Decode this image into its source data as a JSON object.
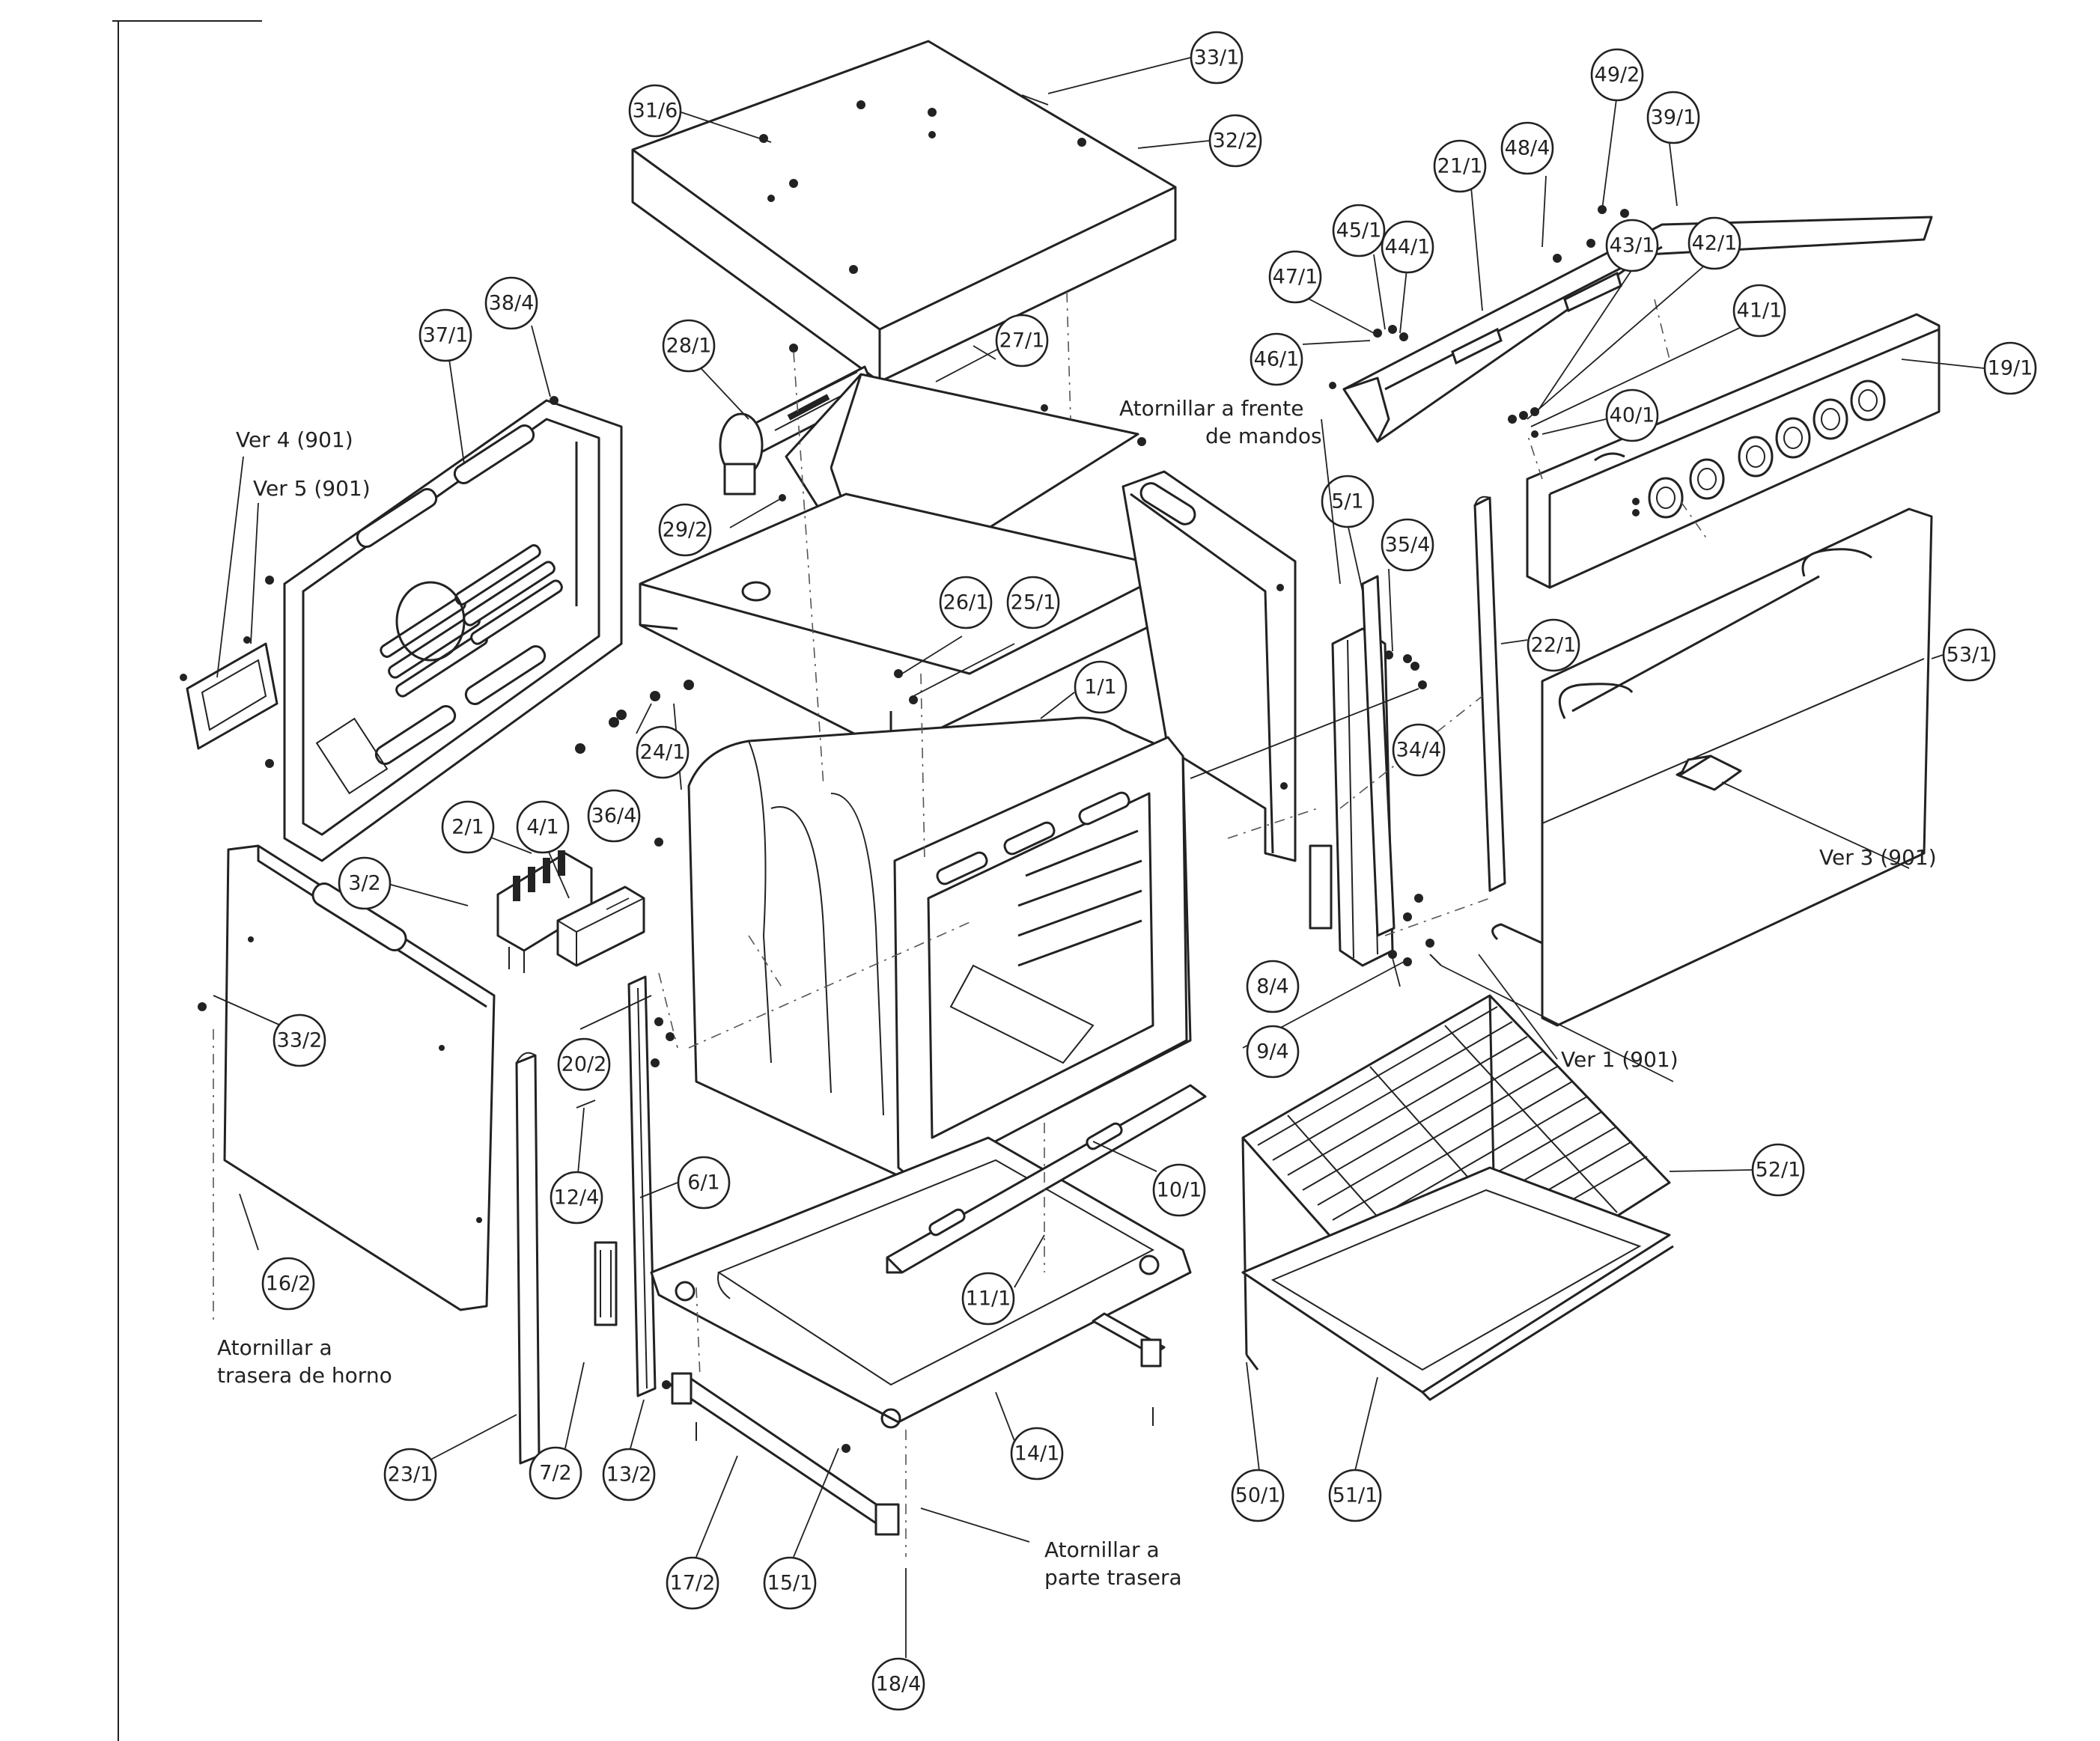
{
  "labels": {
    "l_33_1": "33/1",
    "l_31_6": "31/6",
    "l_32_2": "32/2",
    "l_49_2": "49/2",
    "l_39_1": "39/1",
    "l_48_4": "48/4",
    "l_21_1": "21/1",
    "l_45_1": "45/1",
    "l_44_1": "44/1",
    "l_43_1": "43/1",
    "l_42_1": "42/1",
    "l_47_1": "47/1",
    "l_41_1": "41/1",
    "l_19_1": "19/1",
    "l_46_1": "46/1",
    "l_38_4": "38/4",
    "l_37_1": "37/1",
    "l_28_1": "28/1",
    "l_27_1": "27/1",
    "l_40_1": "40/1",
    "l_5_1": "5/1",
    "l_35_4": "35/4",
    "l_29_2": "29/2",
    "l_26_1": "26/1",
    "l_25_1": "25/1",
    "l_22_1": "22/1",
    "l_53_1": "53/1",
    "l_1_1": "1/1",
    "l_24_1": "24/1",
    "l_34_4": "34/4",
    "l_2_1": "2/1",
    "l_4_1": "4/1",
    "l_36_4": "36/4",
    "l_3_2": "3/2",
    "l_33_2": "33/2",
    "l_8_4": "8/4",
    "l_9_4": "9/4",
    "l_20_2": "20/2",
    "l_12_4": "12/4",
    "l_6_1": "6/1",
    "l_10_1": "10/1",
    "l_52_1": "52/1",
    "l_16_2": "16/2",
    "l_11_1": "11/1",
    "l_23_1": "23/1",
    "l_7_2": "7/2",
    "l_13_2": "13/2",
    "l_14_1": "14/1",
    "l_50_1": "50/1",
    "l_51_1": "51/1",
    "l_17_2": "17/2",
    "l_15_1": "15/1",
    "l_18_4": "18/4"
  },
  "notes": {
    "ver4": "Ver 4 (901)",
    "ver5": "Ver 5 (901)",
    "ver3": "Ver 3 (901)",
    "ver1": "Ver 1 (901)",
    "frente_1": "Atornillar a frente",
    "frente_2": "de mandos",
    "horno_1": "Atornillar a",
    "horno_2": "trasera de horno",
    "trasera_1": "Atornillar a",
    "trasera_2": "parte trasera"
  }
}
